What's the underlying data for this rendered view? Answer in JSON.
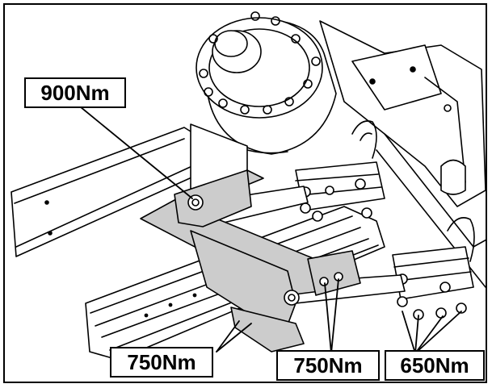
{
  "labels": {
    "top_left": "900Nm",
    "bottom_left": "750Nm",
    "bottom_middle": "750Nm",
    "bottom_right": "650Nm"
  },
  "colors": {
    "line": "#000000",
    "background": "#ffffff",
    "highlight": "#cccccc"
  }
}
